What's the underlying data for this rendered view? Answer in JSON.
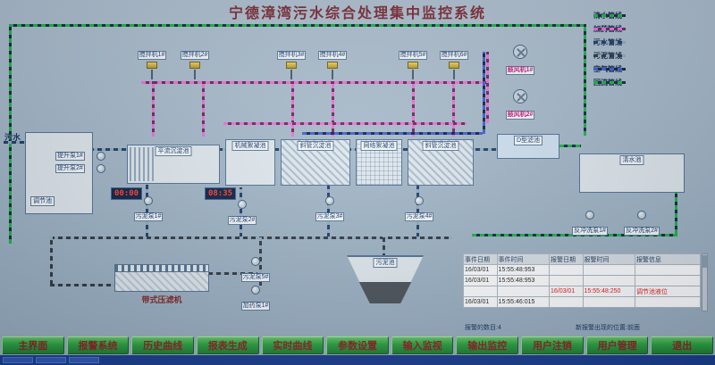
{
  "title": "宁德漳湾污水综合处理集中监控系统",
  "inlet_label": "污水",
  "colors": {
    "panel": "#a3b8c9",
    "clean_water_line": "#17b33f",
    "dosing_line": "#f06ad8",
    "sewage_line": "#1c3a66",
    "sludge_line": "#30363c",
    "air_line": "#3b5bd6",
    "button_green": "#28a03c",
    "button_text": "#8a1f1f",
    "alarm_red": "#e01818"
  },
  "legend": {
    "items": [
      {
        "label": "清水管线"
      },
      {
        "label": "加药管线"
      },
      {
        "label": "污水管线"
      },
      {
        "label": "污泥管线"
      },
      {
        "label": "空气管线"
      },
      {
        "label": "回流管线"
      }
    ]
  },
  "tanks": [
    "调节池",
    "平流沉淀池",
    "机械絮凝池",
    "斜管沉淀池",
    "网络絮凝池",
    "斜管沉淀池",
    "D型滤池",
    "清水池",
    "污泥池",
    "带式压滤机"
  ],
  "equipment": {
    "mixers": [
      "搅拌机1#",
      "搅拌机2#",
      "搅拌机3#",
      "搅拌机4#",
      "搅拌机5#",
      "搅拌机6#"
    ],
    "blowers": [
      "鼓风机1#",
      "鼓风机2#"
    ],
    "lift_pumps": [
      "提升泵1#",
      "提升泵2#"
    ],
    "sludge_pumps": [
      "污泥泵1#",
      "污泥泵2#",
      "污泥泵3#",
      "污泥泵4#",
      "污泥泵5#"
    ],
    "backwash_pumps": [
      "反冲洗泵1#",
      "反冲洗泵2#"
    ],
    "dosing_pumps": [
      "加药泵1#"
    ]
  },
  "timers": {
    "timer1": "00:00",
    "timer2": "08:35"
  },
  "alarm_panel": {
    "headers": [
      "事件日期",
      "事件时间",
      "报警日期",
      "报警时间",
      "报警信息"
    ],
    "rows": [
      [
        "16/03/01",
        "15:55:48:953",
        "",
        "",
        ""
      ],
      [
        "16/03/01",
        "15:55:48:953",
        "",
        "",
        ""
      ],
      [
        "",
        "",
        "16/03/01",
        "15:55:48:250",
        "调节池液位"
      ],
      [
        "16/03/01",
        "15:55:46:015",
        "",
        "",
        ""
      ]
    ],
    "footer_count": "报警的数目:4",
    "footer_pos": "新报警出现的位置:前面"
  },
  "bottom_bar": {
    "buttons": [
      "主界面",
      "报警系统",
      "历史曲线",
      "报表生成",
      "实时曲线",
      "参数设置",
      "输入监视",
      "输出监控",
      "用户注销",
      "用户管理",
      "退出"
    ]
  }
}
